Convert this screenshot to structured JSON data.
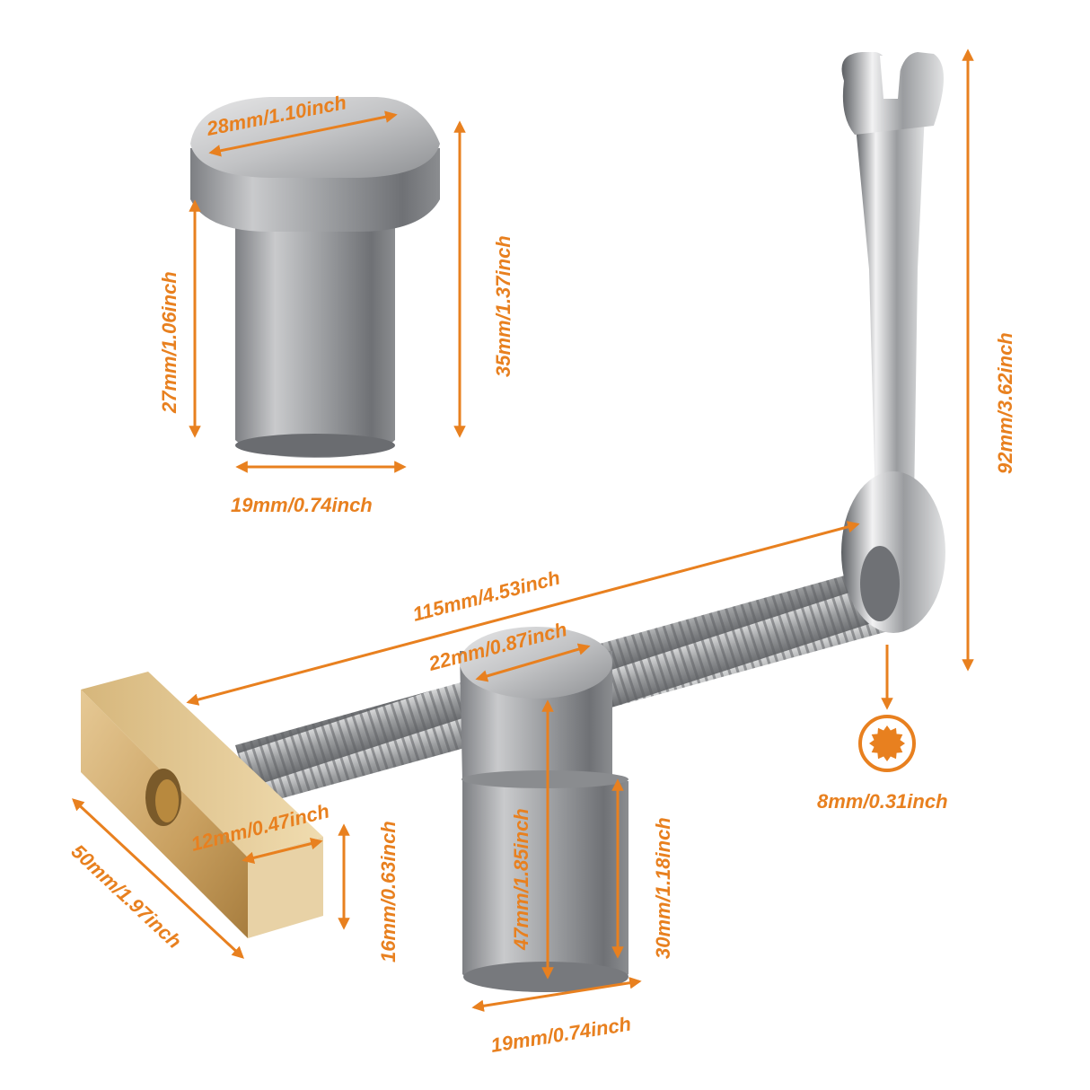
{
  "labels": {
    "bench_dog_top_width": "28mm/1.10inch",
    "bench_dog_shaft_height": "27mm/1.06inch",
    "bench_dog_total_height": "35mm/1.37inch",
    "bench_dog_shaft_diameter": "19mm/0.74inch",
    "wrench_length": "92mm/3.62inch",
    "screw_length": "115mm/4.53inch",
    "collar_top_diameter": "22mm/0.87inch",
    "socket_size": "8mm/0.31inch",
    "brass_pad_thickness": "12mm/0.47inch",
    "brass_pad_height": "16mm/0.63inch",
    "brass_pad_length": "50mm/1.97inch",
    "post_total_height": "47mm/1.85inch",
    "post_lower_height": "30mm/1.18inch",
    "post_diameter": "19mm/0.74inch"
  },
  "colors": {
    "accent": "#e8801f",
    "steel": "#a9a9ab",
    "brass": "#d2ab6a"
  }
}
